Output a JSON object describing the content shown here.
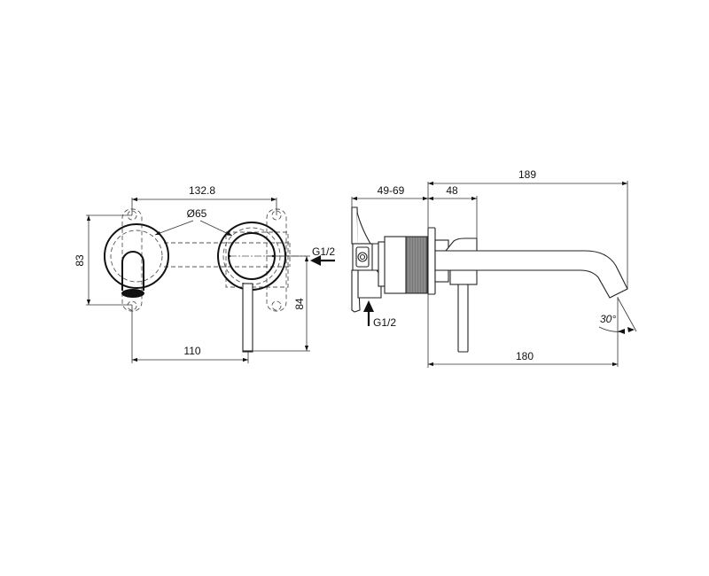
{
  "drawing": {
    "title": "Wall-mounted basin mixer technical drawing",
    "front_view": {
      "dim_top": "132.8",
      "dim_diameter": "Ø65",
      "dim_height": "83",
      "dim_bottom": "110",
      "dim_lever": "84",
      "inlet_label": "G1/2"
    },
    "side_view": {
      "dim_wall_depth": "49-69",
      "dim_body": "48",
      "dim_overall": "189",
      "dim_spout": "180",
      "angle": "30°",
      "inlet_label": "G1/2"
    },
    "colors": {
      "line": "#111111",
      "background": "#ffffff"
    }
  }
}
